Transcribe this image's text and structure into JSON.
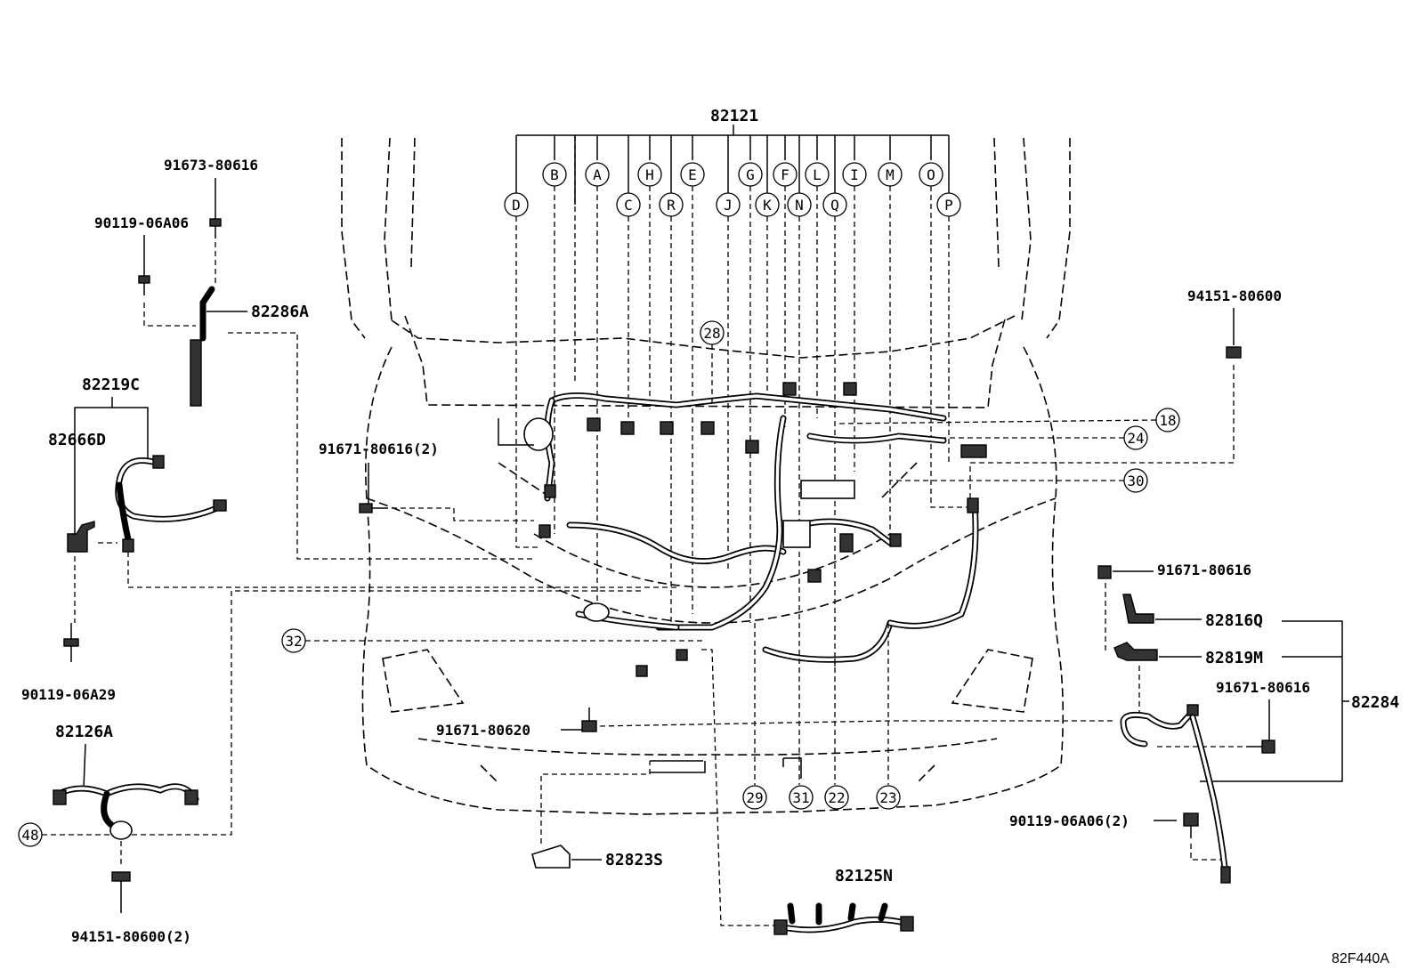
{
  "main_harness": {
    "part_no": "82121",
    "letters": [
      "B",
      "A",
      "H",
      "E",
      "G",
      "F",
      "L",
      "I",
      "M",
      "O",
      "D",
      "C",
      "R",
      "J",
      "K",
      "N",
      "Q",
      "P"
    ]
  },
  "callouts": {
    "c18": "18",
    "c24": "24",
    "c30": "30",
    "c28": "28",
    "c32": "32",
    "c29": "29",
    "c31": "31",
    "c22": "22",
    "c23": "23",
    "c48": "48"
  },
  "parts": {
    "p91673": "91673-80616",
    "p90119a": "90119-06A06",
    "p82286A": "82286A",
    "p82219C": "82219C",
    "p82666D": "82666D",
    "p90119b": "90119-06A29",
    "p82126A": "82126A",
    "p94151a": "94151-80600(2)",
    "p91671a": "91671-80616(2)",
    "p91671b": "91671-80620",
    "p82823S": "82823S",
    "p82125N": "82125N",
    "p94151b": "94151-80600",
    "p91671c": "91671-80616",
    "p82816Q": "82816Q",
    "p82819M": "82819M",
    "p91671d": "91671-80616",
    "p82284": "82284",
    "p90119c": "90119-06A06(2)"
  },
  "figure_code": "82F440A"
}
